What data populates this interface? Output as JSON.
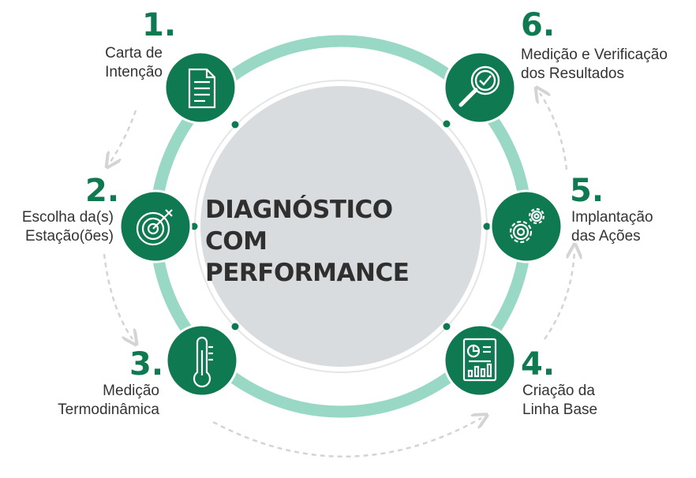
{
  "center": {
    "title_line1": "DIAGNÓSTICO",
    "title_line2": "COM PERFORMANCE"
  },
  "colors": {
    "ring": "#98d8c4",
    "node": "#0f7a52",
    "number": "#0f7a52",
    "center_fill": "#d9dcdf",
    "arrow": "#d4d4d4",
    "text": "#333333"
  },
  "steps": [
    {
      "number": "1.",
      "line1": "Carta de",
      "line2": "Intenção",
      "icon": "document-icon"
    },
    {
      "number": "2.",
      "line1": "Escolha da(s)",
      "line2": "Estação(ões)",
      "icon": "target-icon"
    },
    {
      "number": "3.",
      "line1": "Medição",
      "line2": "Termodinâmica",
      "icon": "thermometer-icon"
    },
    {
      "number": "4.",
      "line1": "Criação da",
      "line2": "Linha Base",
      "icon": "report-chart-icon"
    },
    {
      "number": "5.",
      "line1": "Implantação",
      "line2": "das Ações",
      "icon": "gears-icon"
    },
    {
      "number": "6.",
      "line1": "Medição e Verificação",
      "line2": "dos Resultados",
      "icon": "magnifier-check-icon"
    }
  ]
}
